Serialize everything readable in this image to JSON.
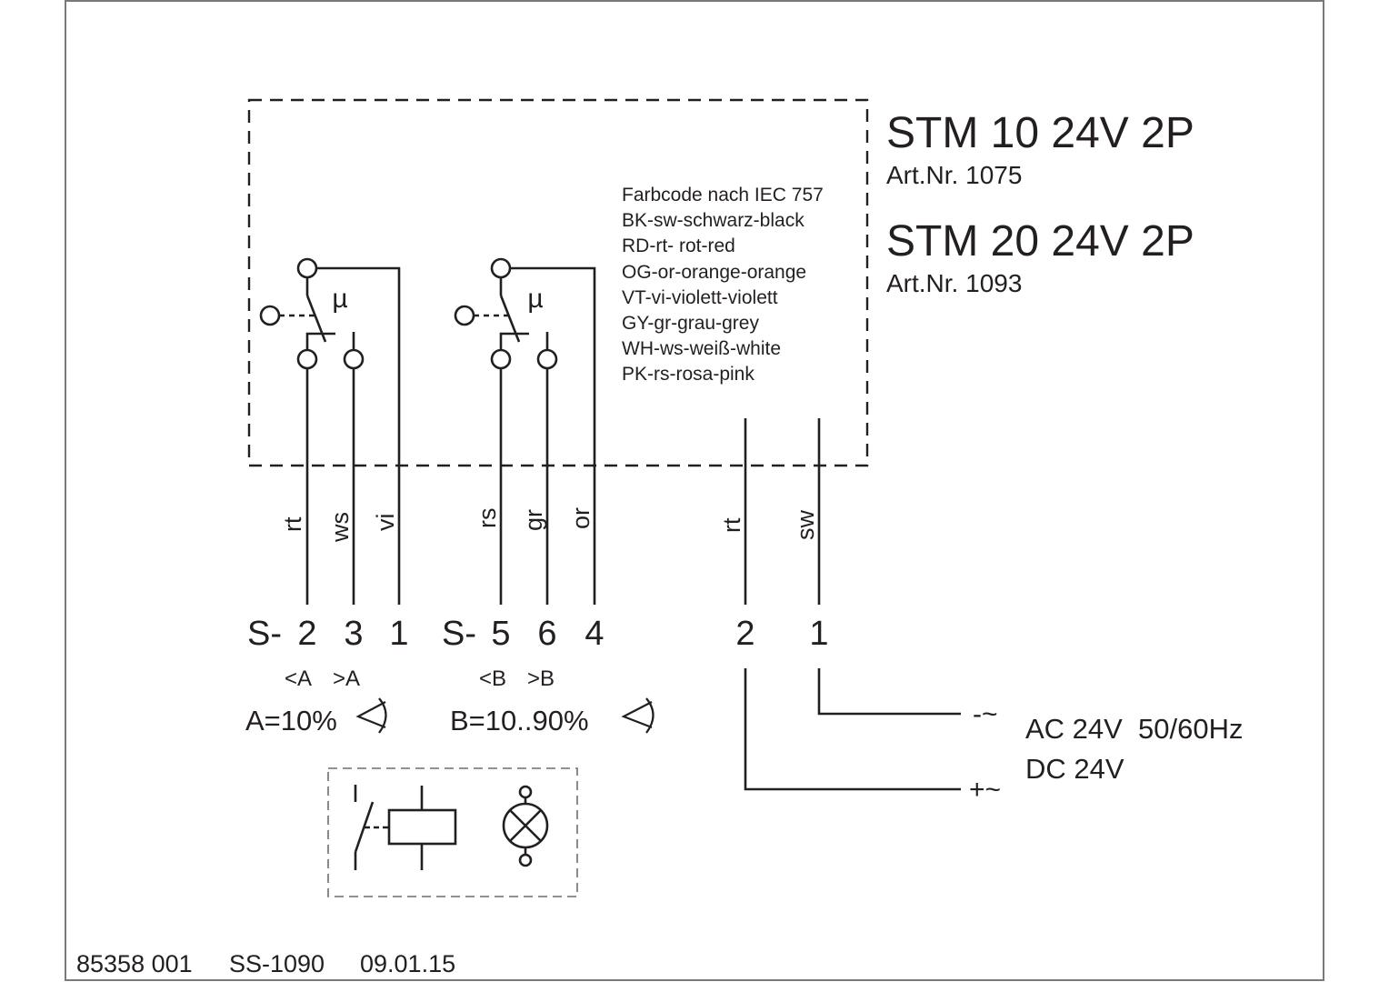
{
  "products": [
    {
      "model": "STM 10 24V 2P",
      "art_nr": "Art.Nr. 1075"
    },
    {
      "model": "STM 20 24V 2P",
      "art_nr": "Art.Nr. 1093"
    }
  ],
  "color_code": {
    "title": "Farbcode nach IEC 757",
    "entries": [
      "BK-sw-schwarz-black",
      "RD-rt- rot-red",
      "OG-or-orange-orange",
      "VT-vi-violett-violett",
      "GY-gr-grau-grey",
      "WH-ws-weiß-white",
      "PK-rs-rosa-pink"
    ]
  },
  "switch_a": {
    "symbol": "µ",
    "wires": [
      "rt",
      "ws",
      "vi"
    ],
    "terminal_prefix": "S-",
    "terminals": [
      "2",
      "3",
      "1"
    ],
    "direction_labels": [
      "<A",
      ">A"
    ],
    "setting": "A=10%"
  },
  "switch_b": {
    "symbol": "µ",
    "wires": [
      "rs",
      "gr",
      "or"
    ],
    "terminal_prefix": "S-",
    "terminals": [
      "5",
      "6",
      "4"
    ],
    "direction_labels": [
      "<B",
      ">B"
    ],
    "setting": "B=10..90%"
  },
  "supply": {
    "wires": [
      "rt",
      "sw"
    ],
    "terminals": [
      "2",
      "1"
    ],
    "polarity_neg": "-~",
    "polarity_pos": "+~",
    "ac_label": "AC 24V  50/60Hz",
    "dc_label": "DC 24V"
  },
  "legend_icons": [
    "relay-icon",
    "lamp-icon"
  ],
  "footer": {
    "doc_number": "85358 001",
    "drawing": "SS-1090",
    "date": "09.01.15"
  }
}
